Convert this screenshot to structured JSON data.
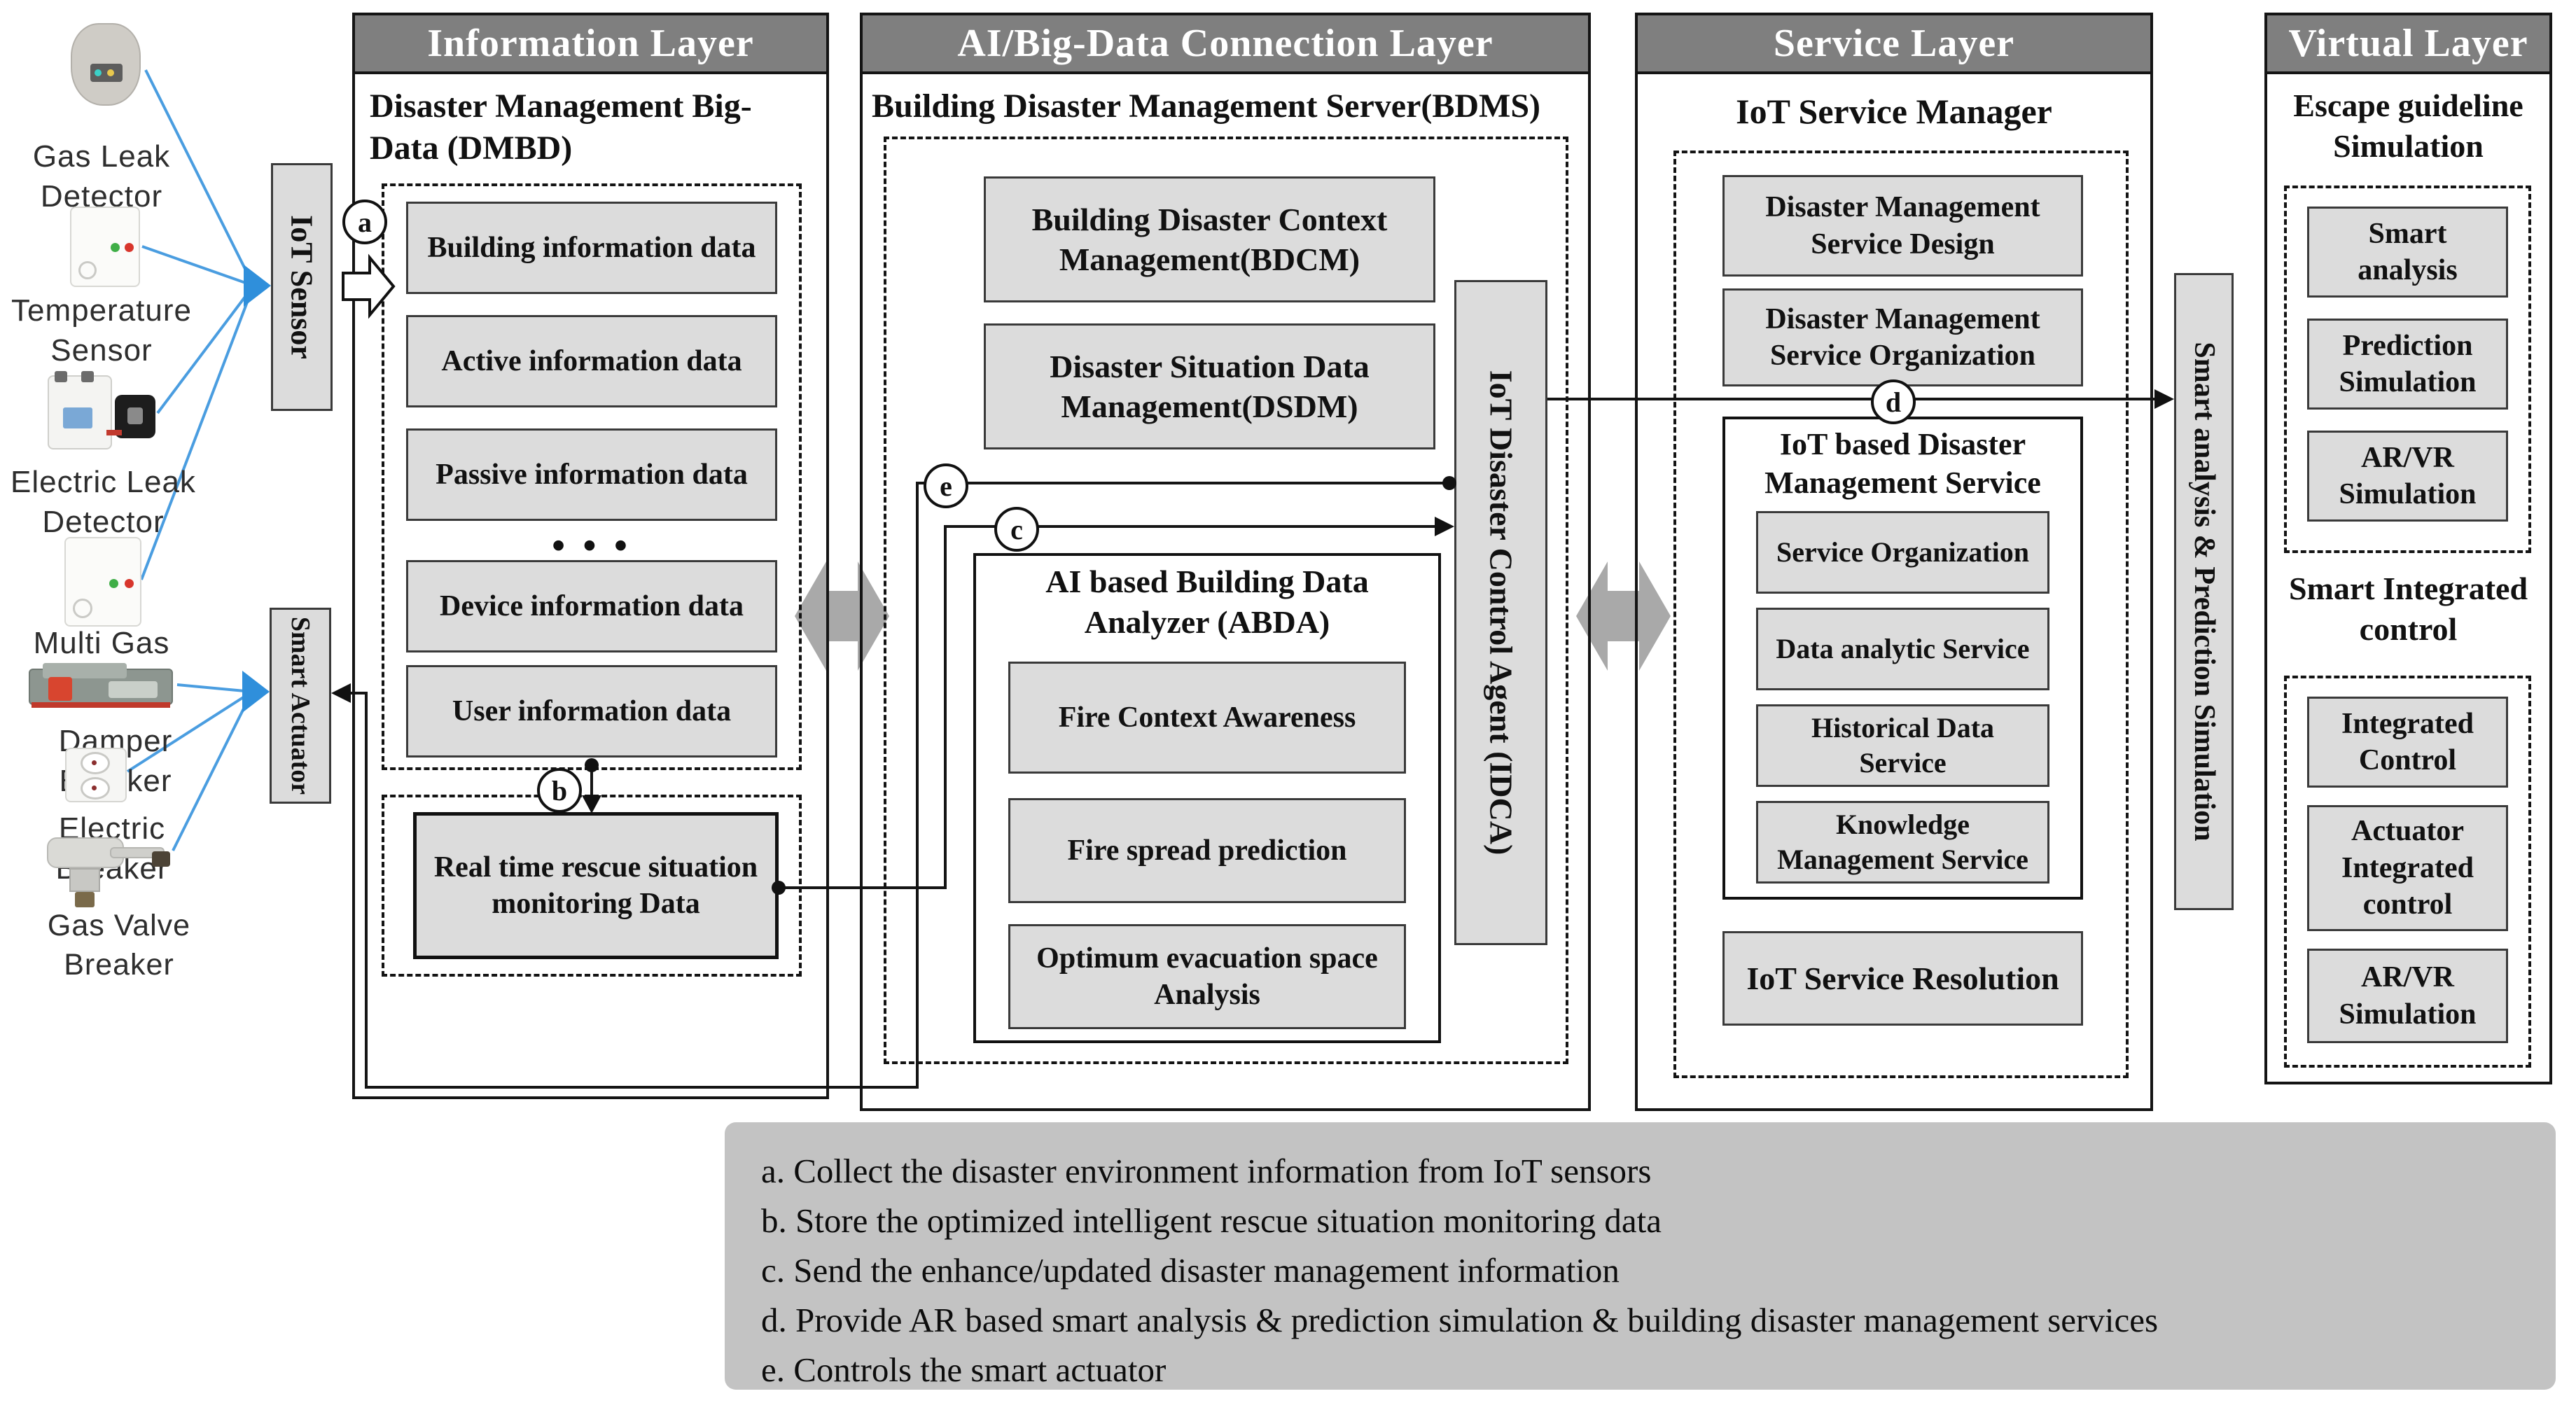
{
  "devices": {
    "items": [
      {
        "label": "Gas Leak Detector"
      },
      {
        "label": "Temperature Sensor"
      },
      {
        "label": "Electric Leak Detector"
      },
      {
        "label": "Multi Gas Detector"
      },
      {
        "label": "Damper Breaker"
      },
      {
        "label": "Electric Breaker"
      },
      {
        "label": "Gas Valve Breaker"
      }
    ],
    "iot_sensor_label": "IoT Sensor",
    "smart_actuator_label": "Smart Actuator"
  },
  "information_layer": {
    "header": "Information Layer",
    "subtitle": "Disaster Management Big-Data (DMBD)",
    "data_boxes": [
      "Building information data",
      "Active information data",
      "Passive information data",
      "Device information data",
      "User information data"
    ],
    "ellipsis": "• • •",
    "rescue_box": "Real time rescue situation monitoring Data"
  },
  "ai_layer": {
    "header": "AI/Big-Data Connection Layer",
    "subtitle": "Building Disaster Management Server(BDMS)",
    "bdcm": "Building Disaster Context Management(BDCM)",
    "dsdm": "Disaster Situation Data Management(DSDM)",
    "abda_title": "AI based Building Data Analyzer (ABDA)",
    "abda_items": [
      "Fire Context Awareness",
      "Fire spread prediction",
      "Optimum evacuation space Analysis"
    ],
    "idca": "IoT Disaster Control Agent (IDCA)"
  },
  "service_layer": {
    "header": "Service Layer",
    "subtitle": "IoT Service Manager",
    "design": "Disaster Management Service Design",
    "organization": "Disaster Management Service Organization",
    "iot_dms_title": "IoT based Disaster Management Service",
    "iot_dms_items": [
      "Service Organization",
      "Data analytic Service",
      "Historical Data Service",
      "Knowledge Management Service"
    ],
    "resolution": "IoT Service Resolution",
    "smart_bar": "Smart analysis & Prediction Simulation"
  },
  "virtual_layer": {
    "header": "Virtual Layer",
    "escape_title": "Escape guideline Simulation",
    "escape_items": [
      "Smart analysis",
      "Prediction Simulation",
      "AR/VR Simulation"
    ],
    "control_title": "Smart Integrated control",
    "control_items": [
      "Integrated Control",
      "Actuator Integrated control",
      "AR/VR Simulation"
    ]
  },
  "connectors": {
    "a": "a",
    "b": "b",
    "c": "c",
    "d": "d",
    "e": "e"
  },
  "legend": {
    "items": [
      "a. Collect the disaster environment information from IoT sensors",
      "b. Store the optimized intelligent rescue situation monitoring data",
      "c. Send the enhance/updated disaster management information",
      "d. Provide AR based smart analysis & prediction simulation & building disaster management services",
      "e. Controls the smart actuator"
    ]
  },
  "colors": {
    "header_bg": "#7f7f7f",
    "box_fill": "#dcdcdc",
    "legend_bg": "#c3c3c3",
    "blue_line": "#4a9de0",
    "gray_arrow": "#a9a9a9"
  }
}
